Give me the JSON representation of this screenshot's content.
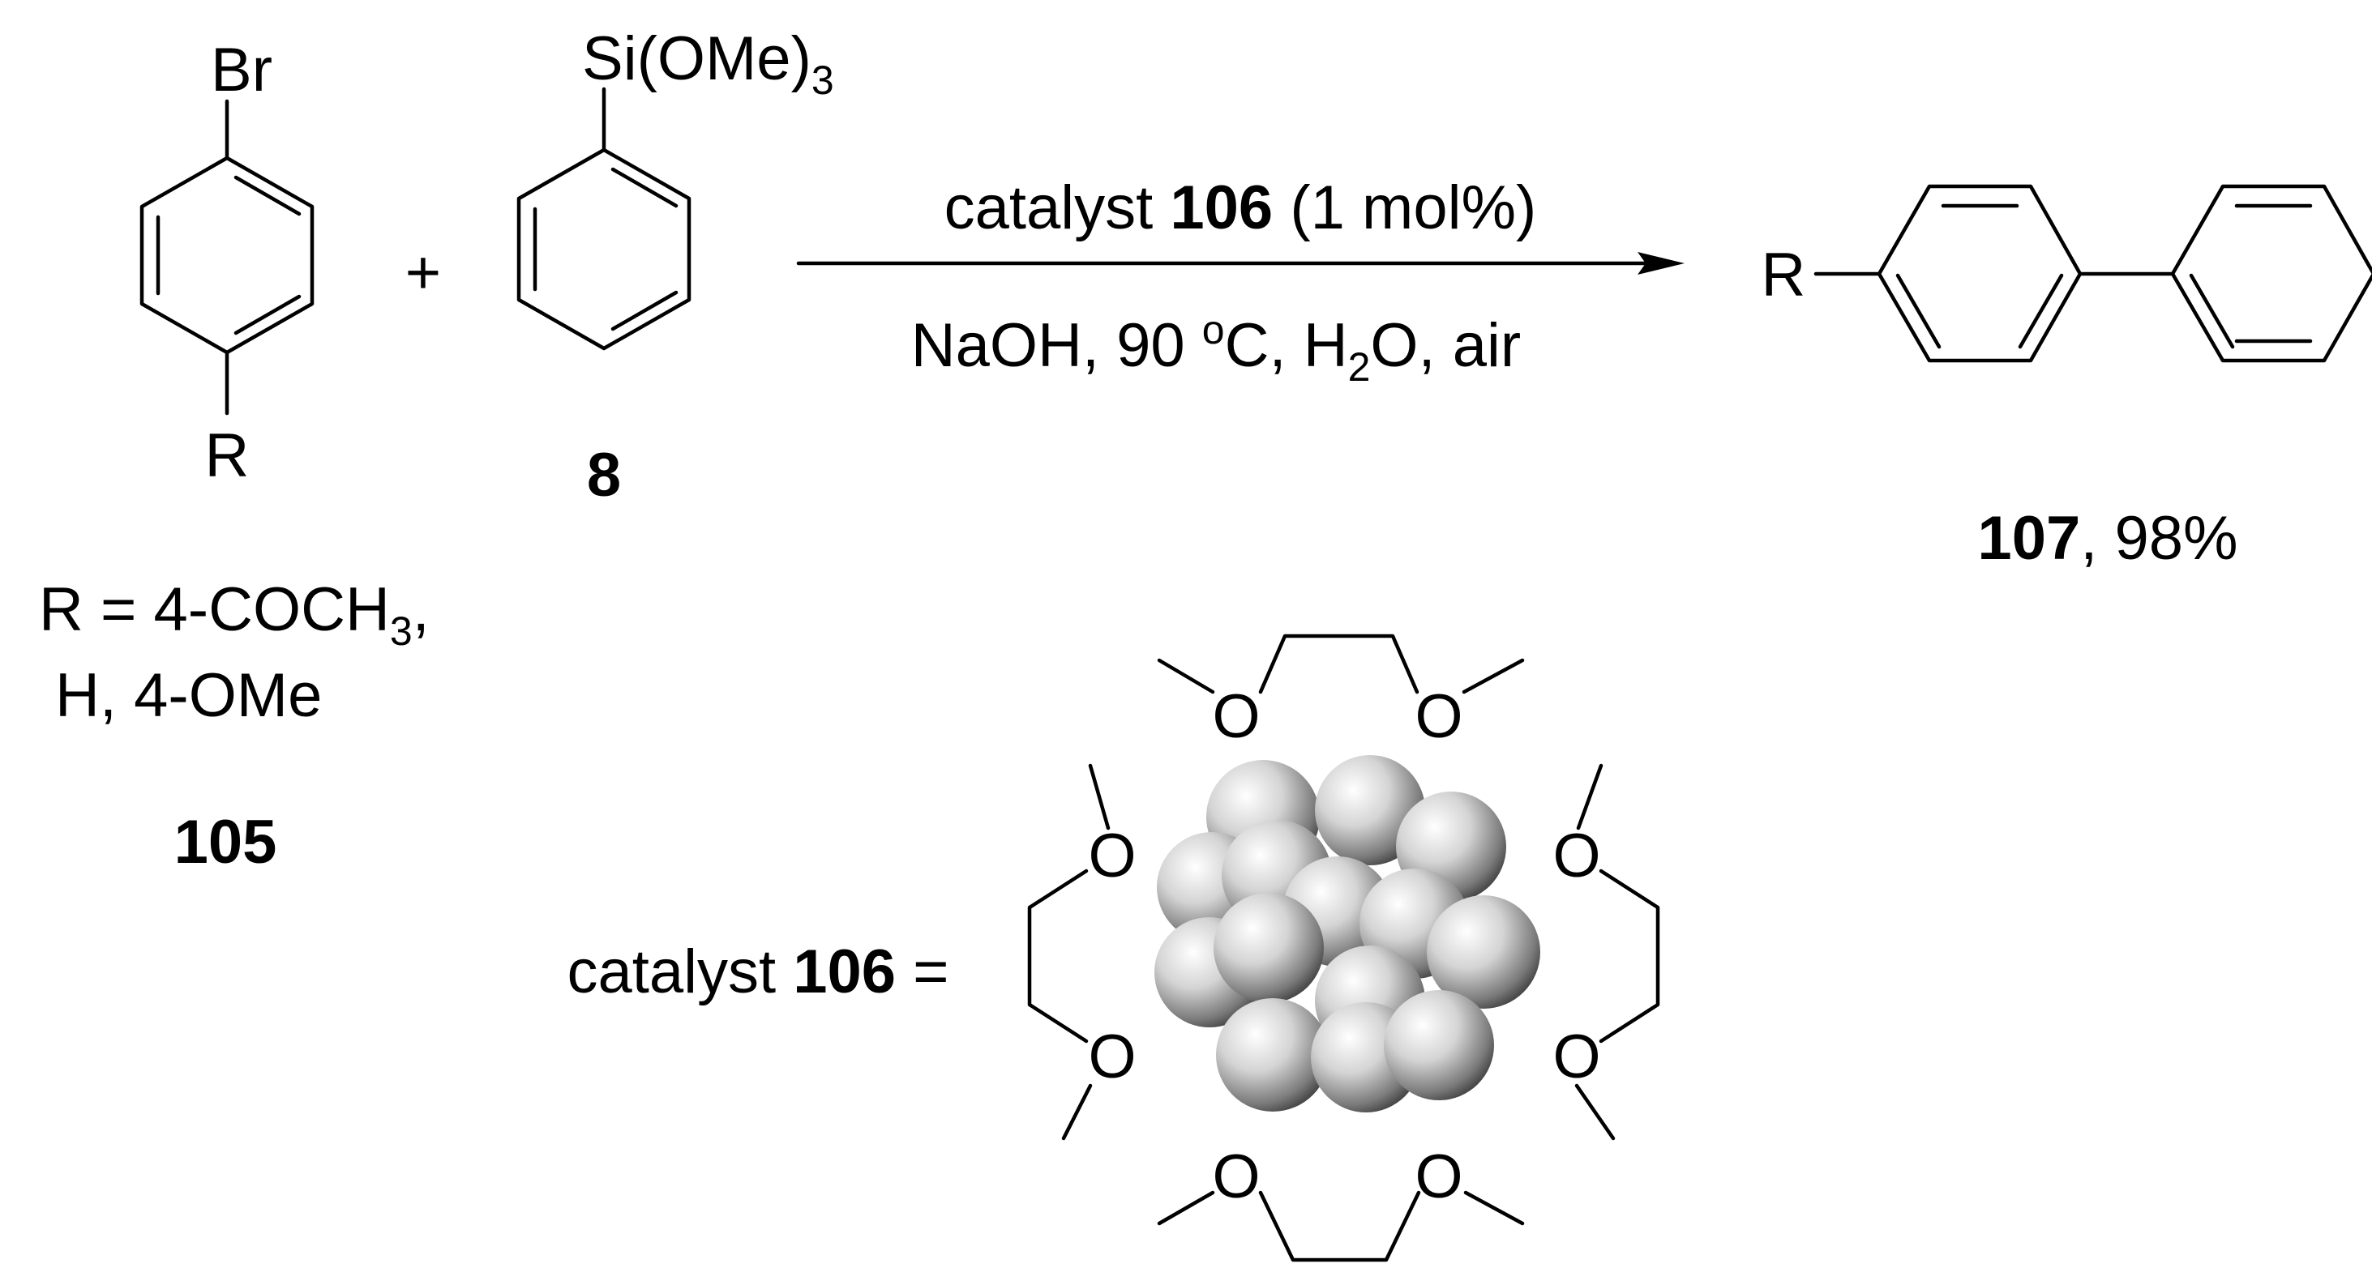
{
  "reactant_105": {
    "substituent_top": "Br",
    "substituent_bottom": "R",
    "r_groups_line1": "R = 4-COCH",
    "r_groups_line1_sub": "3",
    "r_groups_line1_end": ",",
    "r_groups_line2": "H, 4-OMe",
    "label": "105"
  },
  "plus_sign": "+",
  "reactant_8": {
    "substituent_top": "Si(OMe)",
    "substituent_top_sub": "3",
    "label": "8"
  },
  "arrow": {
    "above_prefix": "catalyst ",
    "above_bold": "106",
    "above_suffix": " (1 mol%)",
    "below_part1": "NaOH, 90 ",
    "below_sup": "o",
    "below_part2": "C, H",
    "below_sub": "2",
    "below_part3": "O, air"
  },
  "product_107": {
    "substituent": "R",
    "label_bold": "107",
    "label_yield": ", 98%"
  },
  "catalyst_definition": {
    "prefix": "catalyst ",
    "bold": "106",
    "suffix": " =",
    "oxygen_label": "O"
  },
  "colors": {
    "ink": "#000000",
    "sphere_light": "#ffffff",
    "sphere_dark": "#4a4a4a"
  }
}
